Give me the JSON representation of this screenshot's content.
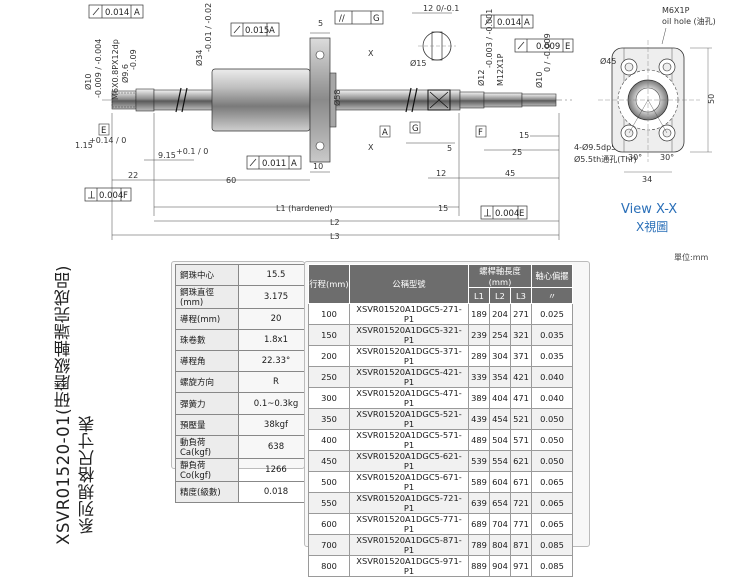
{
  "drawing": {
    "labels": {
      "runout_a_left": "0.014",
      "ref_a_left": "A",
      "dia_phi_left": "Ø10",
      "dia_phi_left_tol": "-0.009 / -0.004",
      "thread_left": "M6X0.8PX12dp",
      "dia_9_6": "Ø9.6",
      "dia_9_6_tol": "-0.09",
      "dia_34": "Ø34",
      "dia_34_tol": "-0.01 / -0.02",
      "runout_015": "0.015",
      "ref_015": "A",
      "parallel_g": "G",
      "parallel_sym": "//",
      "dim_5_top": "5",
      "dim_12": "12",
      "dim_12_tol": "0/-0.1",
      "runout_014_right": "0.014",
      "ref_a_right": "A",
      "runout_009": "0.009",
      "ref_e_right": "E",
      "dia_15": "Ø15",
      "dia_12_right": "Ø12",
      "dia_12_right_tol": "-0.003 / -0.001",
      "thread_right": "M12X1P",
      "dia_10_right": "Ø10",
      "dia_10_right_tol": "0 / -0.009",
      "dia_58": "Ø58",
      "x_top": "X",
      "x_bottom": "X",
      "box_a": "A",
      "box_g": "G",
      "box_f": "F",
      "dim_5_mid": "5",
      "dim_15_right": "15",
      "dim_25": "25",
      "dim_115": "1.15",
      "dim_115_tol": "+0.14 / 0",
      "box_e": "E",
      "dim_915": "9.15",
      "dim_915_tol": "+0.1 / 0",
      "runout_011": "0.011",
      "ref_011": "A",
      "dim_10": "10",
      "dim_22": "22",
      "dim_60": "60",
      "dim_12b": "12",
      "dim_45": "45",
      "perp_004_left": "0.004",
      "ref_f_left": "F",
      "dim_l1": "L1 (hardened)",
      "dim_15_bottom": "15",
      "perp_004_right": "0.004",
      "ref_e_bottom": "E",
      "dim_l2": "L2",
      "dim_l3": "L3",
      "hole_note_1": "4-Ø9.5dp5.5,",
      "hole_note_2": "Ø5.5th通孔(Thr)",
      "oil_1": "M6X1P",
      "oil_2": "oil hole (油孔)",
      "dia_45": "Ø45",
      "dim_50": "50",
      "deg_30a": "30°",
      "deg_30b": "30°",
      "dim_34": "34",
      "view_title": "View X-X",
      "view_sub": "X視圖"
    }
  },
  "side_title": {
    "line1": "XSVR01520-01(研磨級軸端完成品)",
    "line2": "系列規格尺寸表"
  },
  "units": "單位:mm",
  "spec_table": [
    {
      "k": "鋼珠中心",
      "v": "15.5"
    },
    {
      "k": "鋼珠直徑(mm)",
      "v": "3.175"
    },
    {
      "k": "導程(mm)",
      "v": "20"
    },
    {
      "k": "珠卷數",
      "v": "1.8x1"
    },
    {
      "k": "導程角",
      "v": "22.33°"
    },
    {
      "k": "螺旋方向",
      "v": "R"
    },
    {
      "k": "彈簧力",
      "v": "0.1~0.3kg"
    },
    {
      "k": "預壓量",
      "v": "38kgf"
    },
    {
      "k": "動負荷Ca(kgf)",
      "v": "638"
    },
    {
      "k": "靜負荷Co(kgf)",
      "v": "1266"
    },
    {
      "k": "精度(級數)",
      "v": "0.018"
    }
  ],
  "main_table": {
    "headers": {
      "stroke": "行程(mm)",
      "model": "公稱型號",
      "length": "螺桿軸長度(mm)",
      "l1": "L1",
      "l2": "L2",
      "l3": "L3",
      "runout": "軸心偏擺",
      "runout_sym": "〃"
    },
    "rows": [
      [
        "100",
        "XSVR01520A1DGC5-271-P1",
        "189",
        "204",
        "271",
        "0.025"
      ],
      [
        "150",
        "XSVR01520A1DGC5-321-P1",
        "239",
        "254",
        "321",
        "0.035"
      ],
      [
        "200",
        "XSVR01520A1DGC5-371-P1",
        "289",
        "304",
        "371",
        "0.035"
      ],
      [
        "250",
        "XSVR01520A1DGC5-421-P1",
        "339",
        "354",
        "421",
        "0.040"
      ],
      [
        "300",
        "XSVR01520A1DGC5-471-P1",
        "389",
        "404",
        "471",
        "0.040"
      ],
      [
        "350",
        "XSVR01520A1DGC5-521-P1",
        "439",
        "454",
        "521",
        "0.050"
      ],
      [
        "400",
        "XSVR01520A1DGC5-571-P1",
        "489",
        "504",
        "571",
        "0.050"
      ],
      [
        "450",
        "XSVR01520A1DGC5-621-P1",
        "539",
        "554",
        "621",
        "0.050"
      ],
      [
        "500",
        "XSVR01520A1DGC5-671-P1",
        "589",
        "604",
        "671",
        "0.065"
      ],
      [
        "550",
        "XSVR01520A1DGC5-721-P1",
        "639",
        "654",
        "721",
        "0.065"
      ],
      [
        "600",
        "XSVR01520A1DGC5-771-P1",
        "689",
        "704",
        "771",
        "0.065"
      ],
      [
        "700",
        "XSVR01520A1DGC5-871-P1",
        "789",
        "804",
        "871",
        "0.085"
      ],
      [
        "800",
        "XSVR01520A1DGC5-971-P1",
        "889",
        "904",
        "971",
        "0.085"
      ]
    ]
  }
}
